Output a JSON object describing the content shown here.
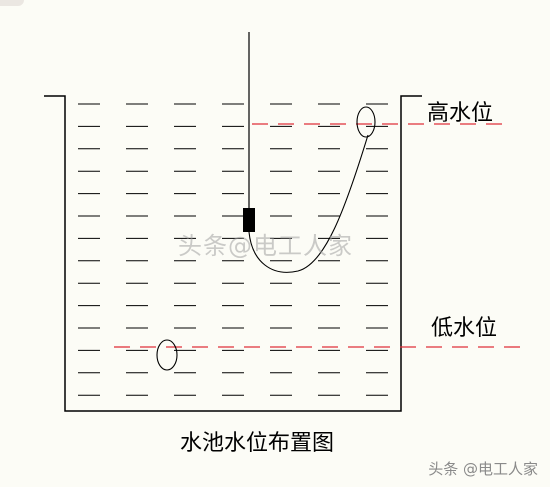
{
  "diagram": {
    "title": "水池水位布置图",
    "high_level_label": "高水位",
    "low_level_label": "低水位"
  },
  "watermark": {
    "center_text": "头条@电工人家",
    "footer_text": "头条 @电工人家"
  },
  "colors": {
    "background": "#fcfcf6",
    "line": "#000000",
    "level_line": "#e0303a",
    "tank_outline": "#000000"
  }
}
